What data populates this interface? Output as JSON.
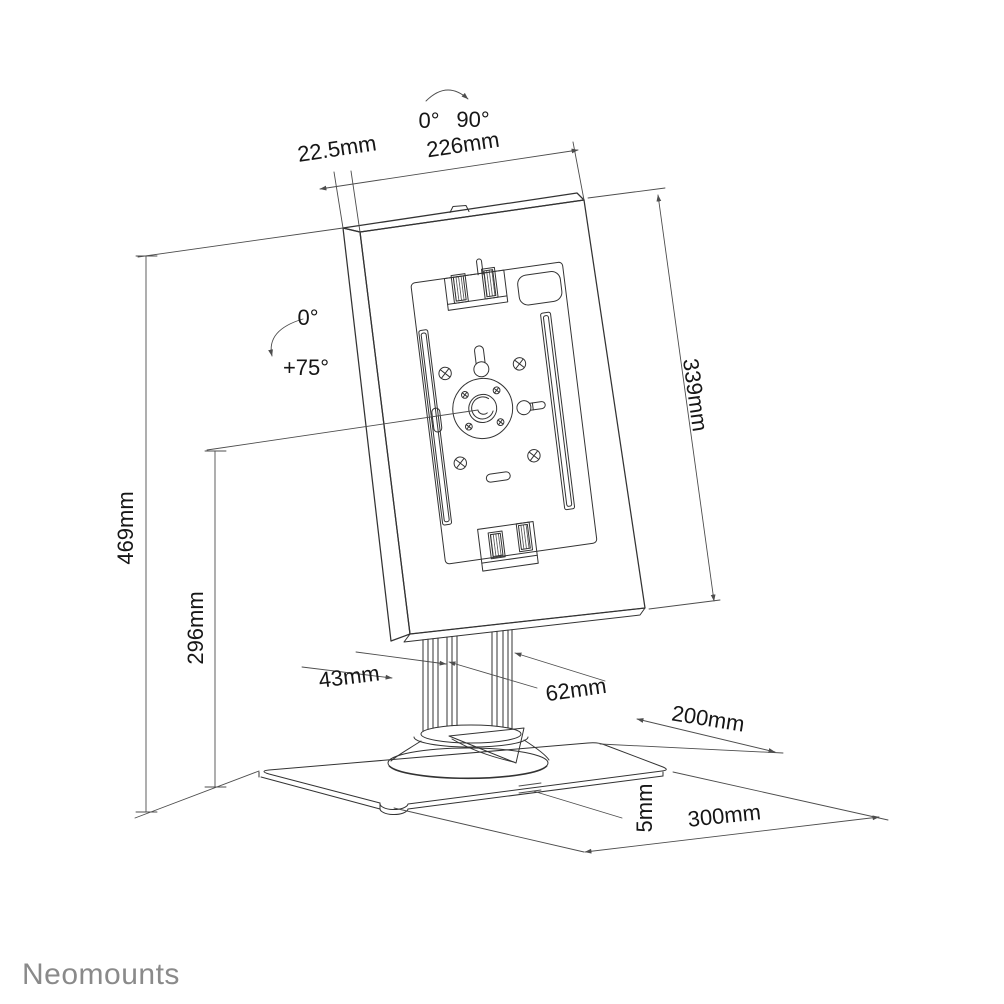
{
  "drawing": {
    "logo": "Neomounts",
    "rotation_range": {
      "start": "0°",
      "end": "90°"
    },
    "tilt_range": {
      "start": "0°",
      "end": "+75°"
    },
    "dimensions": {
      "cover_offset": "22.5mm",
      "holder_width": "226mm",
      "holder_height": "339mm",
      "overall_height": "469mm",
      "pivot_height": "296mm",
      "column_front_width": "43mm",
      "column_side_depth": "62mm",
      "baseplate_depth": "200mm",
      "baseplate_thickness": "5mm",
      "baseplate_width": "300mm"
    },
    "colors": {
      "line": "#333333",
      "dimension_line": "#4d4d4d",
      "logo_gray": "#8a8a8a",
      "background": "#ffffff"
    }
  }
}
